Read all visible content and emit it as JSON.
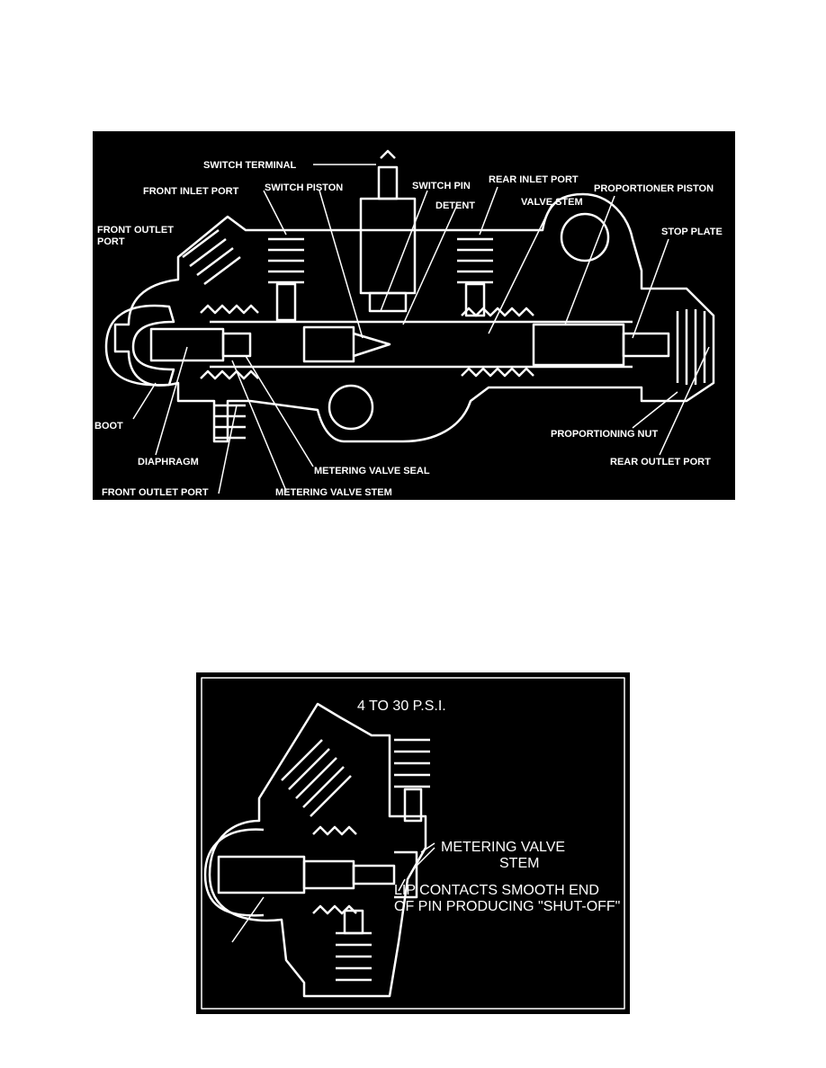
{
  "figure1": {
    "labels": {
      "switch_terminal": "SWITCH TERMINAL",
      "front_inlet_port": "FRONT INLET PORT",
      "switch_piston": "SWITCH PISTON",
      "switch_pin": "SWITCH PIN",
      "rear_inlet_port": "REAR INLET PORT",
      "proportioner_piston": "PROPORTIONER PISTON",
      "detent": "DETENT",
      "valve_stem": "VALVE STEM",
      "front_outlet_port_top_1": "FRONT OUTLET",
      "front_outlet_port_top_2": "PORT",
      "stop_plate": "STOP PLATE",
      "boot": "BOOT",
      "proportioning_nut": "PROPORTIONING NUT",
      "diaphragm": "DIAPHRAGM",
      "rear_outlet_port": "REAR OUTLET PORT",
      "metering_valve_seal": "METERING VALVE SEAL",
      "front_outlet_port_bottom": "FRONT OUTLET PORT",
      "metering_valve_stem": "METERING VALVE STEM"
    }
  },
  "figure2": {
    "labels": {
      "pressure": "4 TO 30 P.S.I.",
      "metering_valve_stem_1": "METERING VALVE",
      "metering_valve_stem_2": "STEM",
      "lip_contacts_1": "LIP CONTACTS SMOOTH END",
      "lip_contacts_2": "OF PIN PRODUCING \"SHUT-OFF\""
    }
  }
}
